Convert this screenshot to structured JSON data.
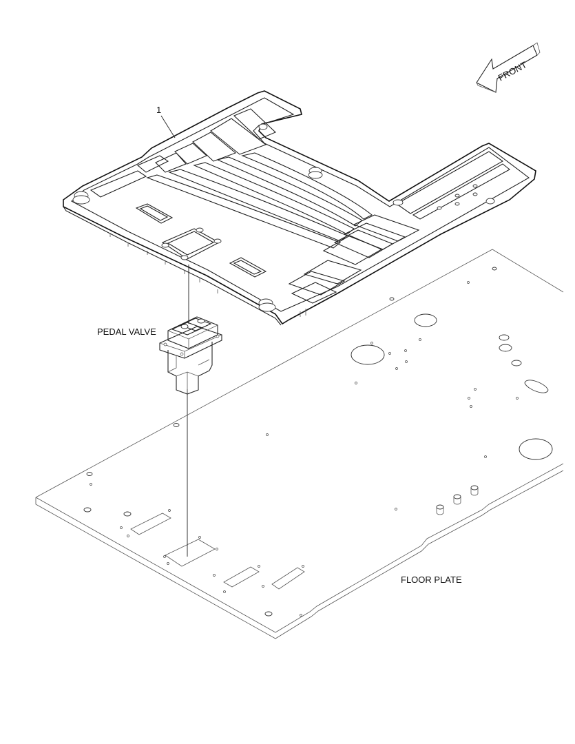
{
  "diagram": {
    "callout_number": "1",
    "pedal_valve_label": "PEDAL VALVE",
    "floor_plate_label": "FLOOR PLATE",
    "front_arrow_label": "FRONT"
  }
}
